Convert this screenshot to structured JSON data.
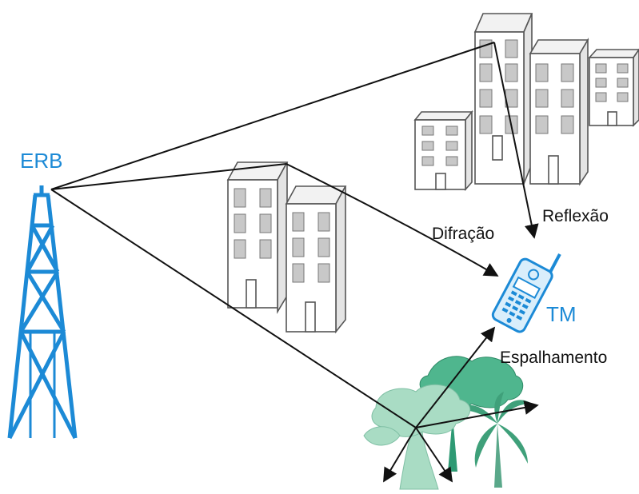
{
  "labels": {
    "erb": "ERB",
    "tm": "TM",
    "difracao": "Difração",
    "reflexao": "Reflexão",
    "espalhamento": "Espalhamento"
  },
  "colors": {
    "tower": "#1c8ad6",
    "phone": "#1c8ad6",
    "rays": "#111111",
    "building_fill": "#ffffff",
    "building_window": "#c8c8c8",
    "tree_light": "#a9dcc4",
    "tree_mid": "#6cc6a2",
    "tree_dark": "#2e9a74"
  }
}
